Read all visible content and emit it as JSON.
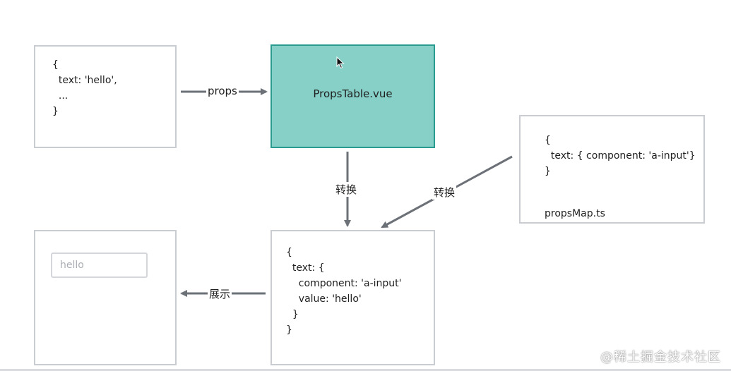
{
  "nodes": {
    "props_object": {
      "lines": [
        "{",
        "  text: 'hello',",
        "  ...",
        "}"
      ]
    },
    "props_table": {
      "label": "PropsTable.vue",
      "fill_color": "#86d0c8"
    },
    "props_map": {
      "lines": [
        "{",
        "  text: { component: 'a-input'}",
        "}"
      ],
      "file_label": "propsMap.ts"
    },
    "result_object": {
      "lines": [
        "{",
        "  text: {",
        "    component: 'a-input'",
        "    value: 'hello'",
        "  }",
        "}"
      ]
    },
    "preview": {
      "input_value": "hello"
    }
  },
  "edges": {
    "props": "props",
    "convert_down": "转换",
    "convert_diag": "转换",
    "display": "展示"
  },
  "colors": {
    "arrow": "#6c7077",
    "border": "#c9ccd1"
  },
  "watermark": "@稀土掘金技术社区"
}
